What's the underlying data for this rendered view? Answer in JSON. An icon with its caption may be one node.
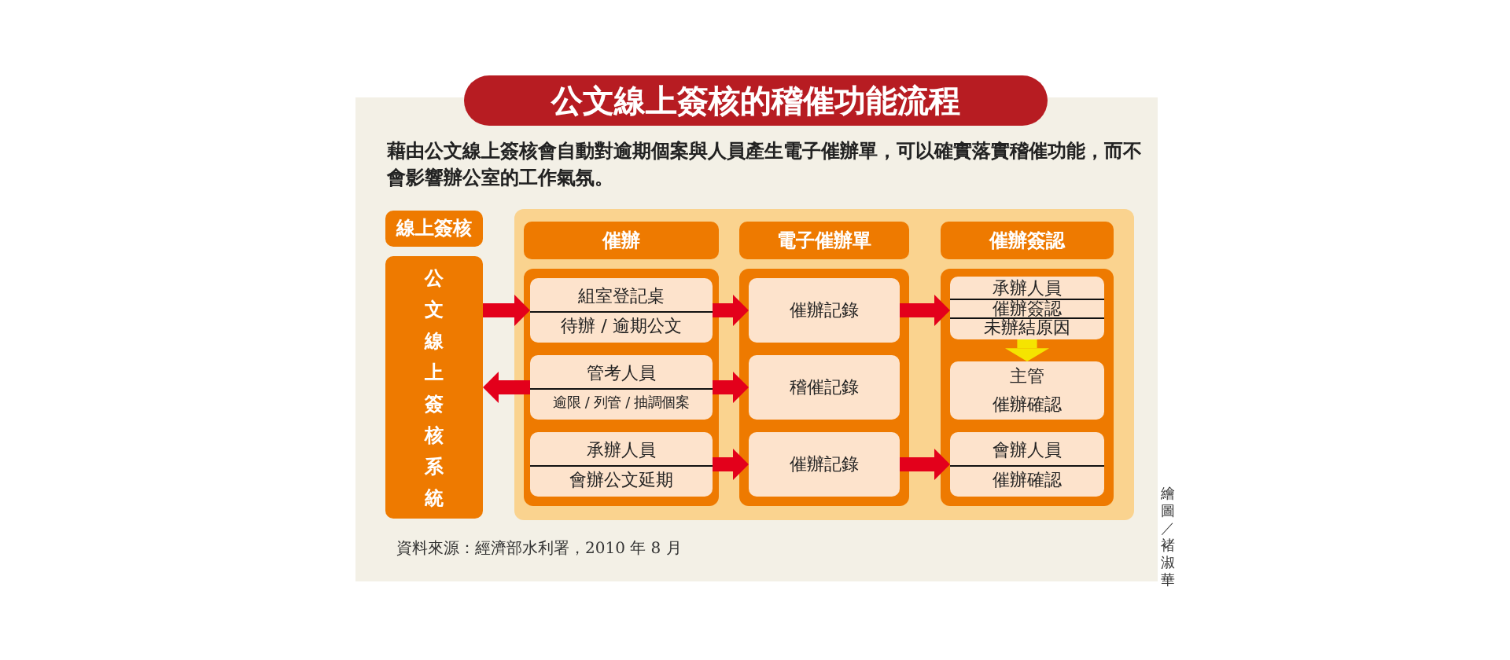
{
  "diagram": {
    "title": "公文線上簽核的稽催功能流程",
    "nodes": [
      {
        "text": [
          "線上簽核"
        ]
      },
      {
        "text": [
          "公文線上簽核系統"
        ]
      },
      {
        "text": [
          "催辦"
        ]
      },
      {
        "text": [],
        "shape": "box"
      },
      {
        "text": [
          "組室登記桌",
          "待辦 / 逾期公文"
        ],
        "in": 3
      },
      {
        "text": [
          "管考人員",
          "逾限 / 列管 / 抽調個案"
        ],
        "in": 3
      },
      {
        "text": [
          "承辦人員",
          "會辦公文延期"
        ],
        "in": 3
      },
      {
        "text": [
          "電子催辦單"
        ]
      },
      {
        "text": [],
        "shape": "box"
      },
      {
        "text": [
          "催辦記錄"
        ],
        "in": 8
      },
      {
        "text": [
          "稽催記錄"
        ],
        "in": 8
      },
      {
        "text": [
          "催辦記錄"
        ],
        "in": 8
      },
      {
        "text": [
          "催辦簽認"
        ]
      },
      {
        "text": [],
        "shape": "box"
      },
      {
        "text": [
          "承辦人員",
          "催辦簽認",
          "未辦結原因"
        ],
        "in": 13
      },
      {
        "text": [
          "主管",
          "催辦確認"
        ],
        "in": 13
      },
      {
        "text": [
          "會辦人員",
          "催辦確認"
        ],
        "in": 13
      }
    ],
    "edges": [
      {
        "from": 1,
        "to": 4,
        "arrow": "to"
      },
      {
        "from": 5,
        "to": 1,
        "arrow": "to"
      },
      {
        "from": 4,
        "to": 9,
        "arrow": "to"
      },
      {
        "from": 5,
        "to": 10,
        "arrow": "to"
      },
      {
        "from": 6,
        "to": 11,
        "arrow": "to"
      },
      {
        "from": 9,
        "to": 14,
        "arrow": "to"
      },
      {
        "from": 11,
        "to": 16,
        "arrow": "to"
      },
      {
        "from": 14,
        "to": 15,
        "arrow": "to",
        "color": "#f5e400"
      }
    ],
    "labels": [
      "藉由公文線上簽核會自動對逾期個案與人員產生電子催辦單，可以確實落實稽催功能，而不會影響辦公室的工作氣氛。",
      "資料來源：經濟部水利署，2010 年 8 月",
      "繪圖／褚淑華"
    ]
  }
}
